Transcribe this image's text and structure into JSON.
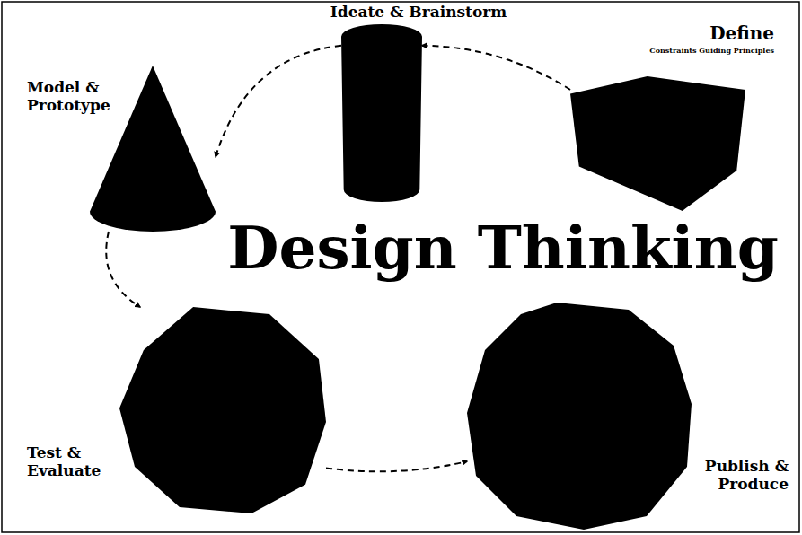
{
  "diagram": {
    "title": "Design Thinking",
    "nodes": [
      {
        "text": [
          "Ideate & Brainstorm"
        ]
      },
      {
        "text": [
          "Define",
          "Constraints Guiding Principles"
        ]
      },
      {
        "text": [
          "Model & Prototype"
        ]
      },
      {
        "text": [
          "Test & Evaluate"
        ]
      },
      {
        "text": [
          "Publish & Produce"
        ]
      }
    ],
    "edges": [
      {
        "from": 1,
        "to": 0,
        "arrow": "to"
      },
      {
        "from": 0,
        "to": 2,
        "arrow": "to"
      },
      {
        "from": 2,
        "to": 3,
        "arrow": "to"
      },
      {
        "from": 3,
        "to": 4,
        "arrow": "to"
      }
    ]
  }
}
